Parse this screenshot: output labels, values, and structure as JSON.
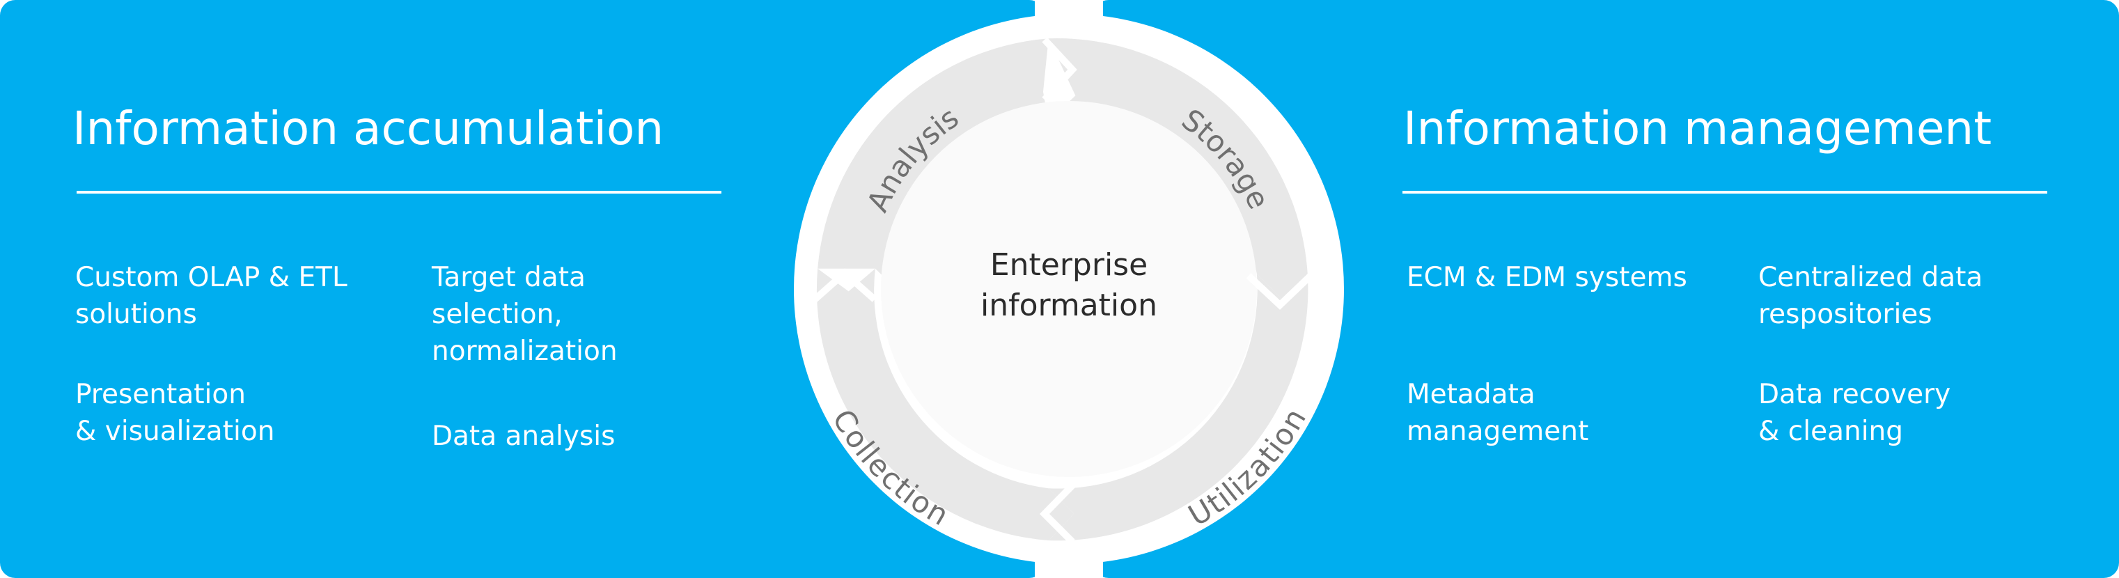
{
  "left_panel": {
    "title": "Information accumulation",
    "items": [
      {
        "lines": [
          "Custom OLAP & ETL",
          "solutions"
        ]
      },
      {
        "lines": [
          "Presentation",
          "& visualization"
        ]
      },
      {
        "lines": [
          "Target data",
          "selection,",
          "normalization"
        ]
      },
      {
        "lines": [
          "Data analysis"
        ]
      }
    ]
  },
  "right_panel": {
    "title": "Information management",
    "items": [
      {
        "lines": [
          "ECM & EDM systems"
        ]
      },
      {
        "lines": [
          "Metadata",
          "management"
        ]
      },
      {
        "lines": [
          "Centralized data",
          "respositories"
        ]
      },
      {
        "lines": [
          "Data recovery",
          "& cleaning"
        ]
      }
    ]
  },
  "cycle": {
    "center": {
      "lines": [
        "Enterprise",
        "information"
      ]
    },
    "stages": [
      "Analysis",
      "Storage",
      "Utilization",
      "Collection"
    ]
  },
  "colors": {
    "panel_blue": "#00AEEF",
    "ring_gray": "#E8E8E8",
    "text_white": "#FFFFFF"
  }
}
